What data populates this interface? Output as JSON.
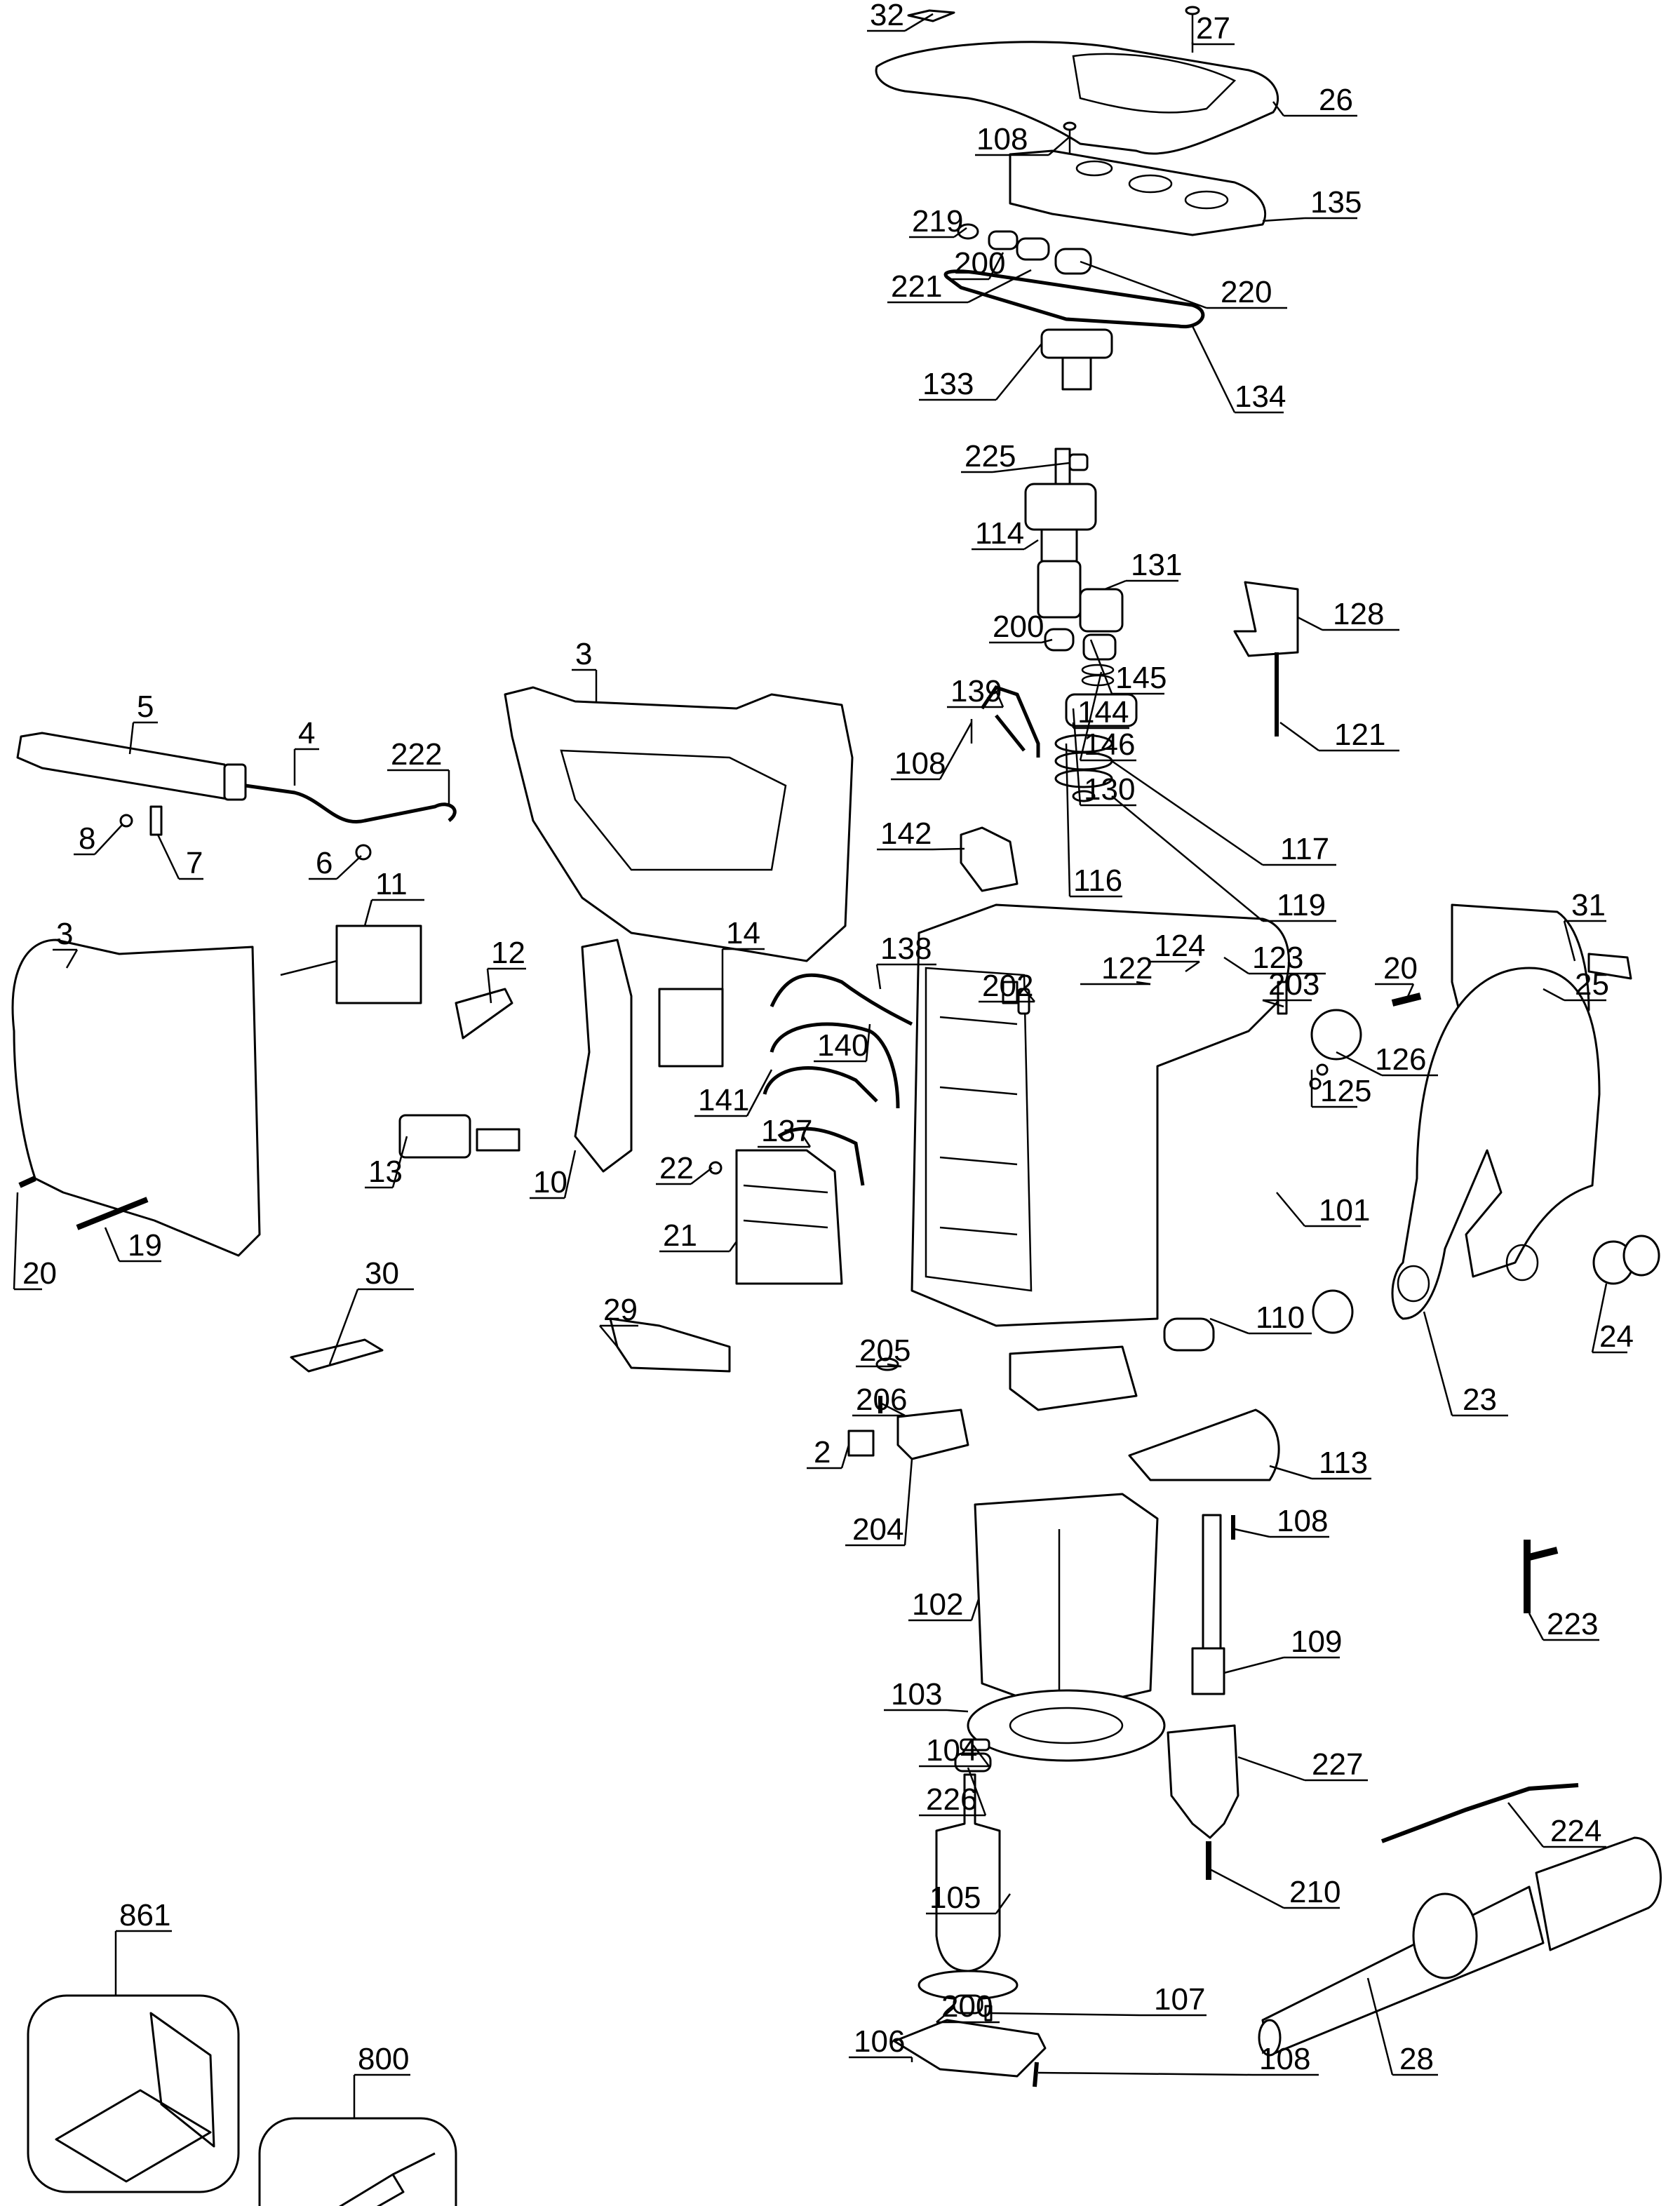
{
  "diagram": {
    "title": "Exploded parts diagram",
    "callouts": [
      {
        "id": "c32",
        "part": "32"
      },
      {
        "id": "c27",
        "part": "27"
      },
      {
        "id": "c26",
        "part": "26"
      },
      {
        "id": "c108a",
        "part": "108"
      },
      {
        "id": "c135",
        "part": "135"
      },
      {
        "id": "c219",
        "part": "219"
      },
      {
        "id": "c200a",
        "part": "200"
      },
      {
        "id": "c221",
        "part": "221"
      },
      {
        "id": "c220",
        "part": "220"
      },
      {
        "id": "c134",
        "part": "134"
      },
      {
        "id": "c133",
        "part": "133"
      },
      {
        "id": "c225",
        "part": "225"
      },
      {
        "id": "c114",
        "part": "114"
      },
      {
        "id": "c131",
        "part": "131"
      },
      {
        "id": "c128",
        "part": "128"
      },
      {
        "id": "c200b",
        "part": "200"
      },
      {
        "id": "c145",
        "part": "145"
      },
      {
        "id": "c144",
        "part": "144"
      },
      {
        "id": "c146",
        "part": "146"
      },
      {
        "id": "c121",
        "part": "121"
      },
      {
        "id": "c130",
        "part": "130"
      },
      {
        "id": "c117",
        "part": "117"
      },
      {
        "id": "c116",
        "part": "116"
      },
      {
        "id": "c119",
        "part": "119"
      },
      {
        "id": "c139",
        "part": "139"
      },
      {
        "id": "c108b",
        "part": "108"
      },
      {
        "id": "c142",
        "part": "142"
      },
      {
        "id": "c124",
        "part": "124"
      },
      {
        "id": "c122",
        "part": "122"
      },
      {
        "id": "c123",
        "part": "123"
      },
      {
        "id": "c31",
        "part": "31"
      },
      {
        "id": "c25",
        "part": "25"
      },
      {
        "id": "c20a",
        "part": "20"
      },
      {
        "id": "c203",
        "part": "203"
      },
      {
        "id": "c126",
        "part": "126"
      },
      {
        "id": "c125",
        "part": "125"
      },
      {
        "id": "c101",
        "part": "101"
      },
      {
        "id": "c202",
        "part": "202"
      },
      {
        "id": "c138",
        "part": "138"
      },
      {
        "id": "c14",
        "part": "14"
      },
      {
        "id": "c140",
        "part": "140"
      },
      {
        "id": "c141",
        "part": "141"
      },
      {
        "id": "c137",
        "part": "137"
      },
      {
        "id": "c3a",
        "part": "3"
      },
      {
        "id": "c5",
        "part": "5"
      },
      {
        "id": "c4",
        "part": "4"
      },
      {
        "id": "c222",
        "part": "222"
      },
      {
        "id": "c8",
        "part": "8"
      },
      {
        "id": "c7",
        "part": "7"
      },
      {
        "id": "c6",
        "part": "6"
      },
      {
        "id": "c11",
        "part": "11"
      },
      {
        "id": "c3b",
        "part": "3"
      },
      {
        "id": "c12",
        "part": "12"
      },
      {
        "id": "c13",
        "part": "13"
      },
      {
        "id": "c10",
        "part": "10"
      },
      {
        "id": "c20b",
        "part": "20"
      },
      {
        "id": "c19",
        "part": "19"
      },
      {
        "id": "c30",
        "part": "30"
      },
      {
        "id": "c22",
        "part": "22"
      },
      {
        "id": "c21",
        "part": "21"
      },
      {
        "id": "c29",
        "part": "29"
      },
      {
        "id": "c110",
        "part": "110"
      },
      {
        "id": "c24",
        "part": "24"
      },
      {
        "id": "c23",
        "part": "23"
      },
      {
        "id": "c205",
        "part": "205"
      },
      {
        "id": "c206",
        "part": "206"
      },
      {
        "id": "c2",
        "part": "2"
      },
      {
        "id": "c204",
        "part": "204"
      },
      {
        "id": "c113",
        "part": "113"
      },
      {
        "id": "c108c",
        "part": "108"
      },
      {
        "id": "c102",
        "part": "102"
      },
      {
        "id": "c109",
        "part": "109"
      },
      {
        "id": "c223",
        "part": "223"
      },
      {
        "id": "c103",
        "part": "103"
      },
      {
        "id": "c104",
        "part": "104"
      },
      {
        "id": "c226",
        "part": "226"
      },
      {
        "id": "c227",
        "part": "227"
      },
      {
        "id": "c224",
        "part": "224"
      },
      {
        "id": "c210",
        "part": "210"
      },
      {
        "id": "c105",
        "part": "105"
      },
      {
        "id": "c28",
        "part": "28"
      },
      {
        "id": "c200c",
        "part": "200"
      },
      {
        "id": "c107",
        "part": "107"
      },
      {
        "id": "c106",
        "part": "106"
      },
      {
        "id": "c108d",
        "part": "108"
      },
      {
        "id": "c861",
        "part": "861"
      },
      {
        "id": "c800",
        "part": "800"
      }
    ]
  }
}
